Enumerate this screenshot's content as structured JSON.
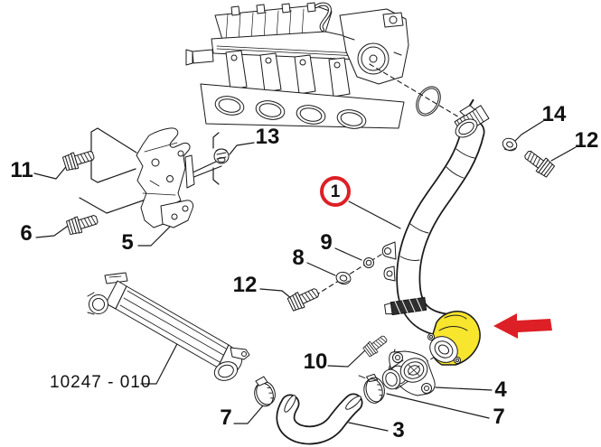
{
  "diagram": {
    "part_code": "10247 - 010",
    "circled_callout": {
      "label": "1"
    },
    "callouts": [
      {
        "id": "11",
        "label": "11"
      },
      {
        "id": "6",
        "label": "6"
      },
      {
        "id": "5",
        "label": "5"
      },
      {
        "id": "13",
        "label": "13"
      },
      {
        "id": "14",
        "label": "14"
      },
      {
        "id": "12-upper",
        "label": "12"
      },
      {
        "id": "12-mid",
        "label": "12"
      },
      {
        "id": "8",
        "label": "8"
      },
      {
        "id": "9",
        "label": "9"
      },
      {
        "id": "10",
        "label": "10"
      },
      {
        "id": "4",
        "label": "4"
      },
      {
        "id": "7-right",
        "label": "7"
      },
      {
        "id": "3",
        "label": "3"
      },
      {
        "id": "7-left",
        "label": "7"
      }
    ],
    "colors": {
      "background": "#ffffff",
      "line_art": "#1a1a1a",
      "highlight_yellow": "#f7e52e",
      "accent_red": "#dd1f26"
    },
    "icons": {
      "red_arrow": "left-pointing-arrow highlighting yellow elbow",
      "red_circle": "selected-part marker around callout 1"
    }
  }
}
